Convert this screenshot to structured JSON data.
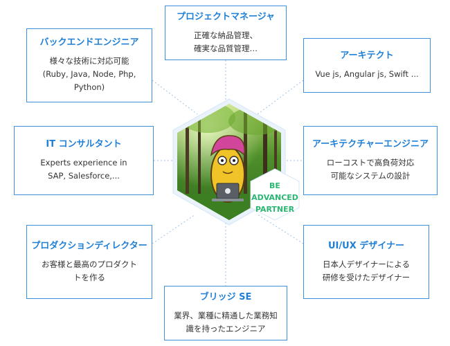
{
  "boxes": {
    "project_manager": {
      "title": "プロジェクトマネージャ",
      "desc": "正確な納品管理、\n確実な品質管理…"
    },
    "backend": {
      "title": "バックエンドエンジニア",
      "desc": "様々な技術に対応可能\n(Ruby, Java, Node, Php,\nPython)"
    },
    "architect": {
      "title": "アーキテクト",
      "desc": "Vue js, Angular js, Swift ..."
    },
    "it_consultant": {
      "title": "IT コンサルタント",
      "desc": "Experts experience in\nSAP, Salesforce,..."
    },
    "architecture_engineer": {
      "title": "アーキテクチャーエンジニア",
      "desc": "ローコストで高負荷対応\n可能なシステムの設計"
    },
    "product_director": {
      "title": "プロダクションディレクター",
      "desc": "お客様と最高のプロダクト\nトを作る"
    },
    "uiux": {
      "title": "UI/UX デザイナー",
      "desc": "日本人デザイナーによる\n研修を受けたデザイナー"
    },
    "bridge_se": {
      "title": "ブリッジ SE",
      "desc": "業界、業種に精通した業務知\n識を持ったエンジニア"
    }
  },
  "badge": {
    "line1": "BE",
    "line2": "ADVANCED",
    "line3": "PARTNER"
  },
  "colors": {
    "accent": "#1f7fd6",
    "border": "#3d8fdc",
    "badge_text": "#2bb673"
  },
  "icons": {
    "center": "mascot-with-laptop-in-forest"
  }
}
